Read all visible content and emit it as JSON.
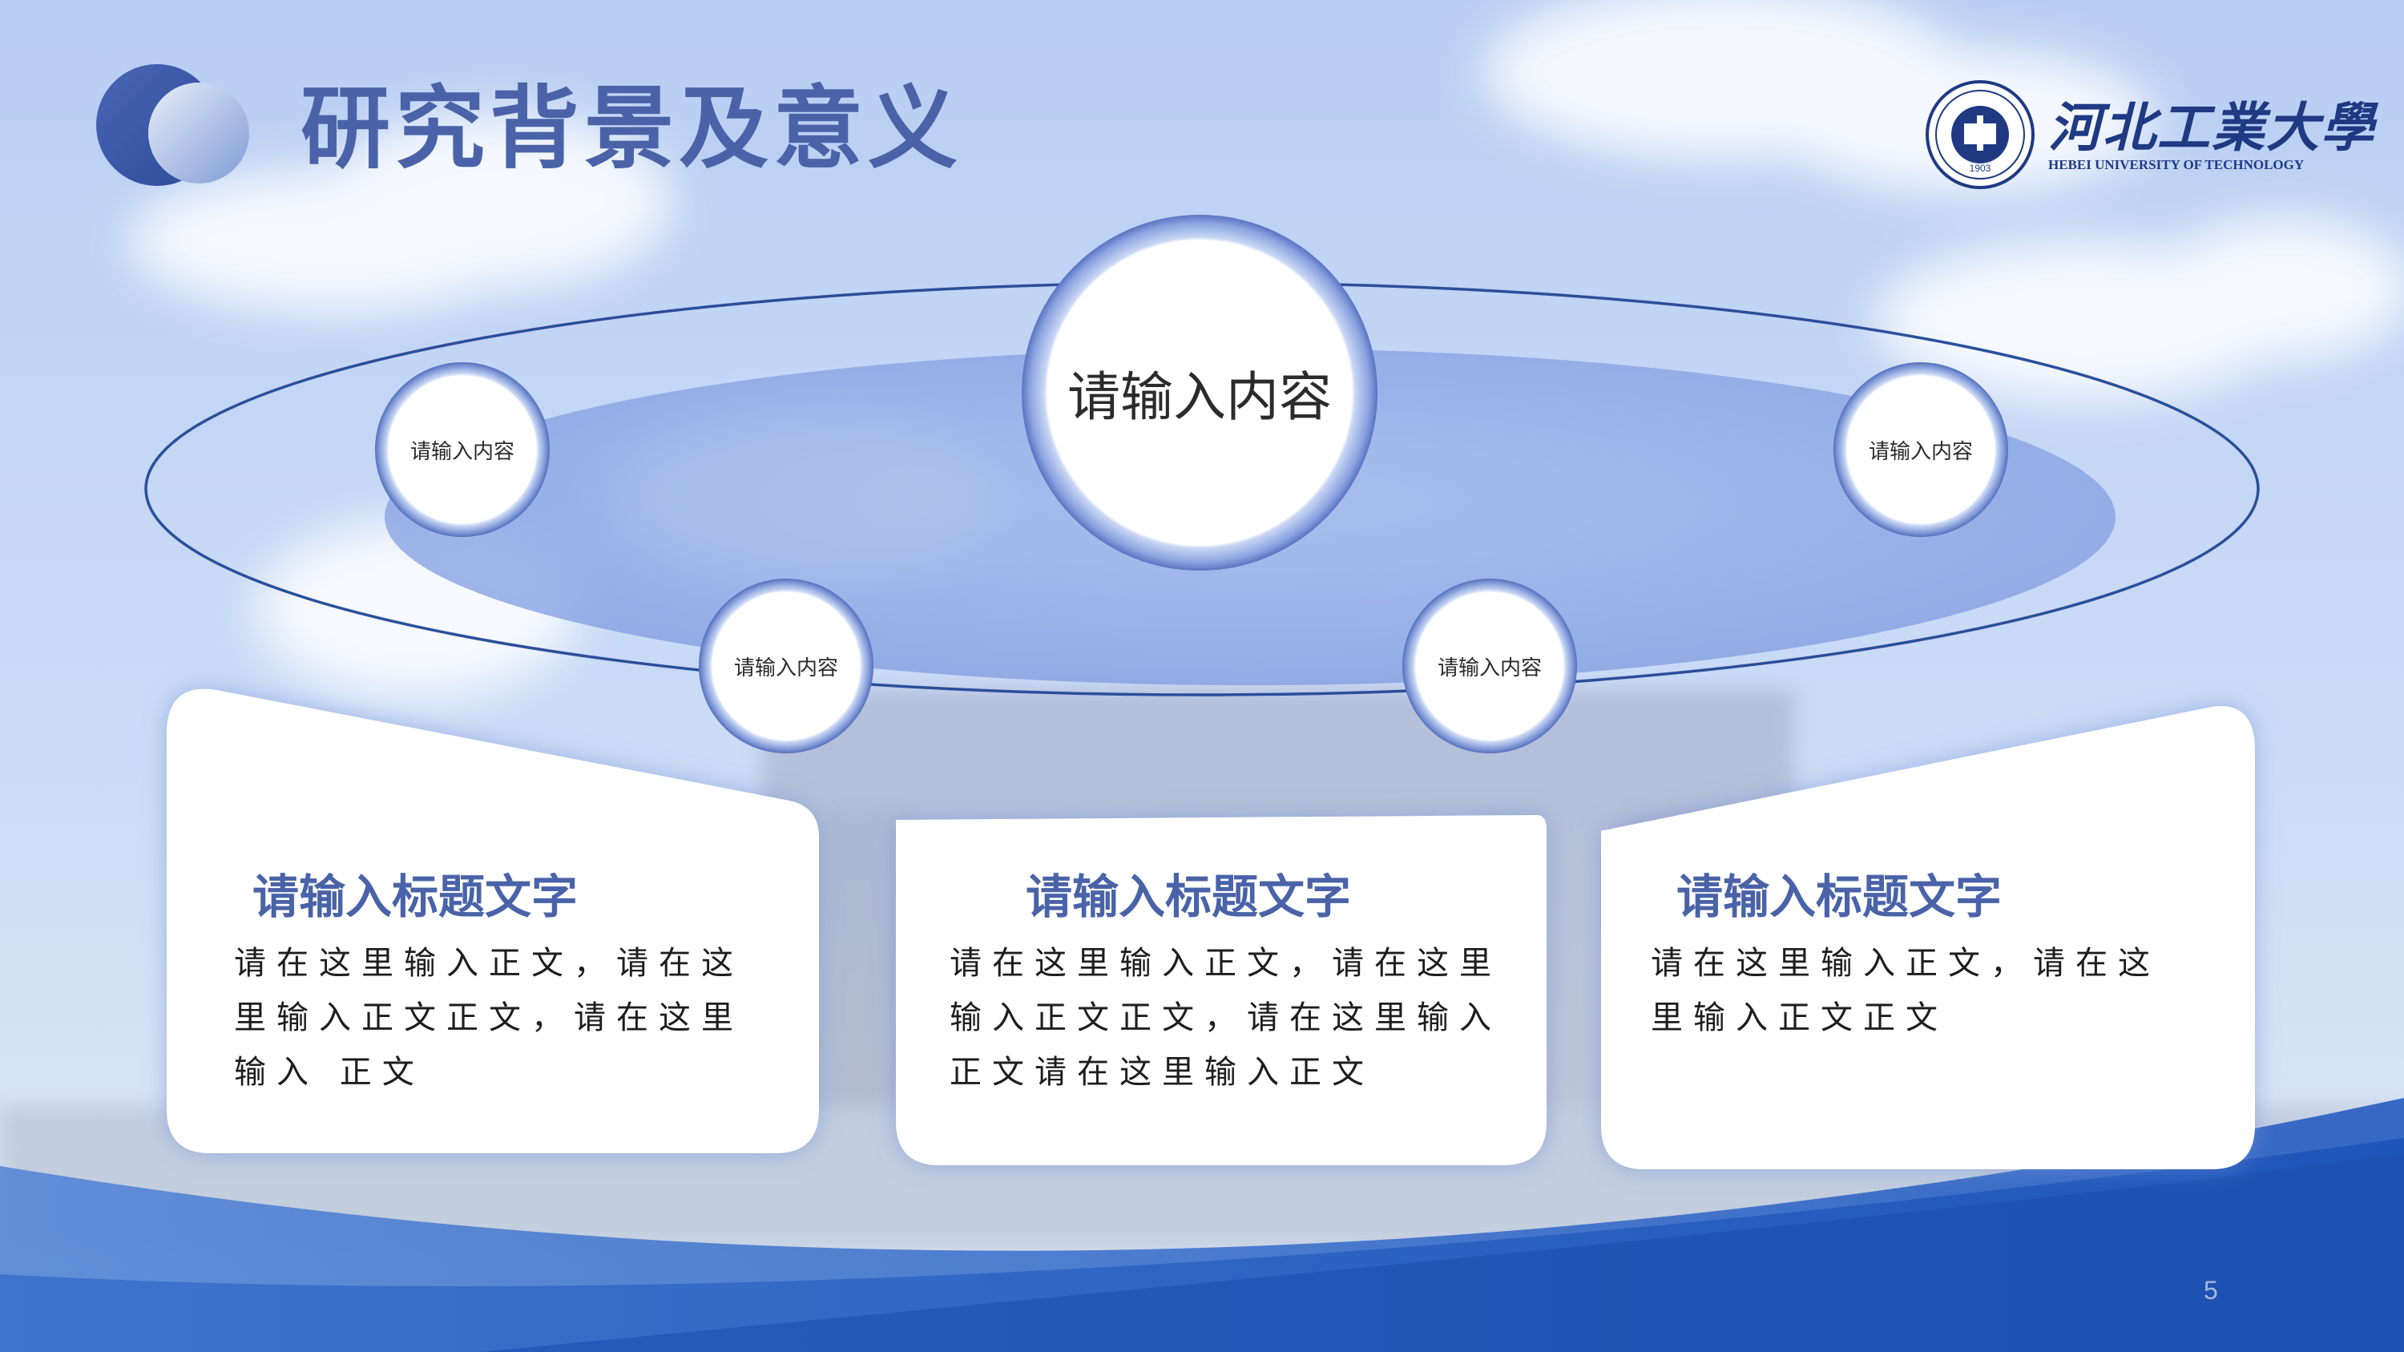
{
  "slide": {
    "title": "研究背景及意义",
    "page_number": "5",
    "colors": {
      "title": "#4a63a8",
      "accent_blue": "#2f62c3",
      "card_bg": "#ffffff",
      "body_text": "#1d1d1d"
    }
  },
  "logo": {
    "cn_name": "河北工業大學",
    "en_name": "HEBEI UNIVERSITY OF TECHNOLOGY",
    "seal_year": "1903"
  },
  "diagram": {
    "center_node": {
      "label": "请输入内容"
    },
    "satellite_nodes": [
      {
        "label": "请输入内容"
      },
      {
        "label": "请输入内容"
      },
      {
        "label": "请输入内容"
      },
      {
        "label": "请输入内容"
      }
    ]
  },
  "cards": [
    {
      "title": "请输入标题文字",
      "body_lines": [
        "请在这里输入正文，请在这",
        "里输入正文正文，请在这里",
        "输入 正文"
      ]
    },
    {
      "title": "请输入标题文字",
      "body_lines": [
        "请在这里输入正文，请在这里",
        "输入正文正文，请在这里输入",
        "正文请在这里输入正文"
      ]
    },
    {
      "title": "请输入标题文字",
      "body_lines": [
        "请在这里输入正文，请在这",
        "里输入正文正文"
      ]
    }
  ]
}
